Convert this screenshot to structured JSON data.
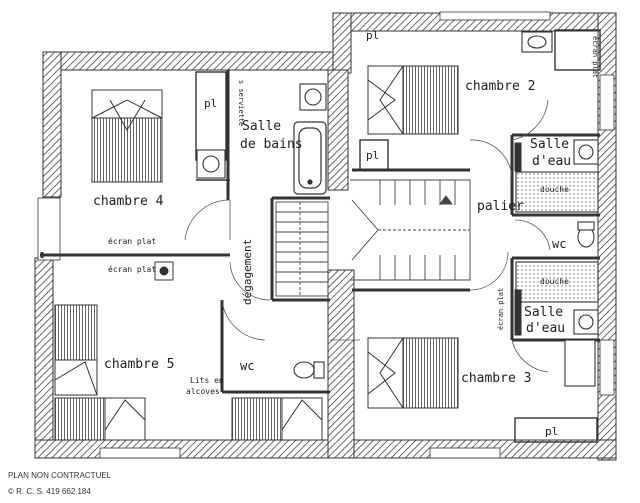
{
  "plan": {
    "rooms": {
      "chambre2": "chambre 2",
      "chambre3": "chambre 3",
      "chambre4": "chambre 4",
      "chambre5": "chambre 5",
      "salle_de_bains_1": "Salle",
      "salle_de_bains_2": "de bains",
      "salle_eau_top_1": "Salle",
      "salle_eau_top_2": "d'eau",
      "salle_eau_bottom_1": "Salle",
      "salle_eau_bottom_2": "d'eau",
      "palier": "palier",
      "degagement": "dégagement",
      "wc_left": "wc",
      "wc_right": "wc",
      "lits_1": "Lits en",
      "lits_2": "alcoves"
    },
    "fixtures": {
      "pl_top_right": "pl",
      "pl_chambre4": "pl",
      "pl_palier": "pl",
      "pl_bottom_right": "pl",
      "douche_top": "douche",
      "douche_bottom": "douche",
      "ecran_plat_top": "écran plat",
      "ecran_plat_bottom": "écran plat",
      "ecran_plat_ch2": "écran plat",
      "ecran_plat_ch3": "écran plat",
      "serviette": "s serviette"
    },
    "footer": {
      "disclaimer": "PLAN NON CONTRACTUEL",
      "rcs": "© R. C. S. 419 662 184"
    }
  }
}
